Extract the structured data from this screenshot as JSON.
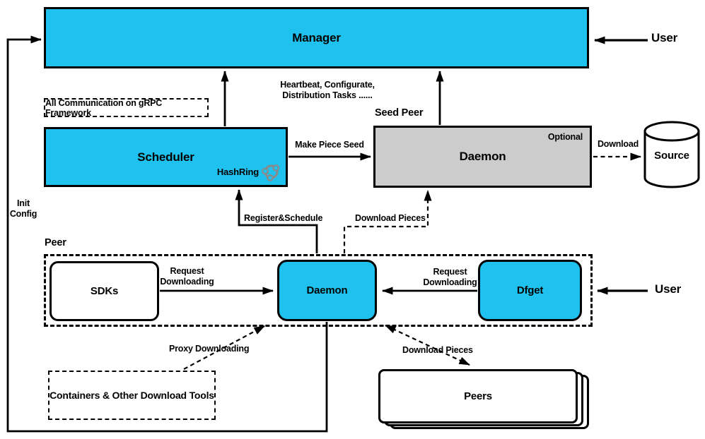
{
  "colors": {
    "accent": "#1FC2EF",
    "gray-fill": "#CCCCCC",
    "line": "#000000",
    "hashring-icon": "#8A8A8A"
  },
  "nodes": {
    "manager": {
      "title": "Manager"
    },
    "scheduler": {
      "title": "Scheduler",
      "hashring_label": "HashRing"
    },
    "seed_peer": {
      "group_label": "Seed Peer",
      "daemon_title": "Daemon",
      "optional_tag": "Optional"
    },
    "source": {
      "title": "Source"
    },
    "peer": {
      "group_label": "Peer",
      "sdks_title": "SDKs",
      "daemon_title": "Daemon",
      "dfget_title": "Dfget"
    },
    "containers": {
      "line1": "Containers & Other",
      "line2": "Download Tools"
    },
    "peers_stack": {
      "title": "Peers"
    },
    "user_top": {
      "label": "User"
    },
    "user_right": {
      "label": "User"
    }
  },
  "annotations": {
    "grpc_note": "All Communication on gRPC Framework",
    "heartbeat": {
      "line1": "Heartbeat, Configurate,",
      "line2": "Distribution Tasks ......"
    },
    "init_config": {
      "line1": "Init",
      "line2": "Config"
    }
  },
  "edges": {
    "make_piece_seed": "Make Piece Seed",
    "download_source": "Download",
    "register_schedule": "Register&Schedule",
    "download_pieces_seed": "Download Pieces",
    "request_downloading_sdks": {
      "line1": "Request",
      "line2": "Downloading"
    },
    "request_downloading_dfget": {
      "line1": "Request",
      "line2": "Downloading"
    },
    "proxy_downloading": "Proxy Downloading",
    "download_pieces_peers": "Download Pieces"
  }
}
